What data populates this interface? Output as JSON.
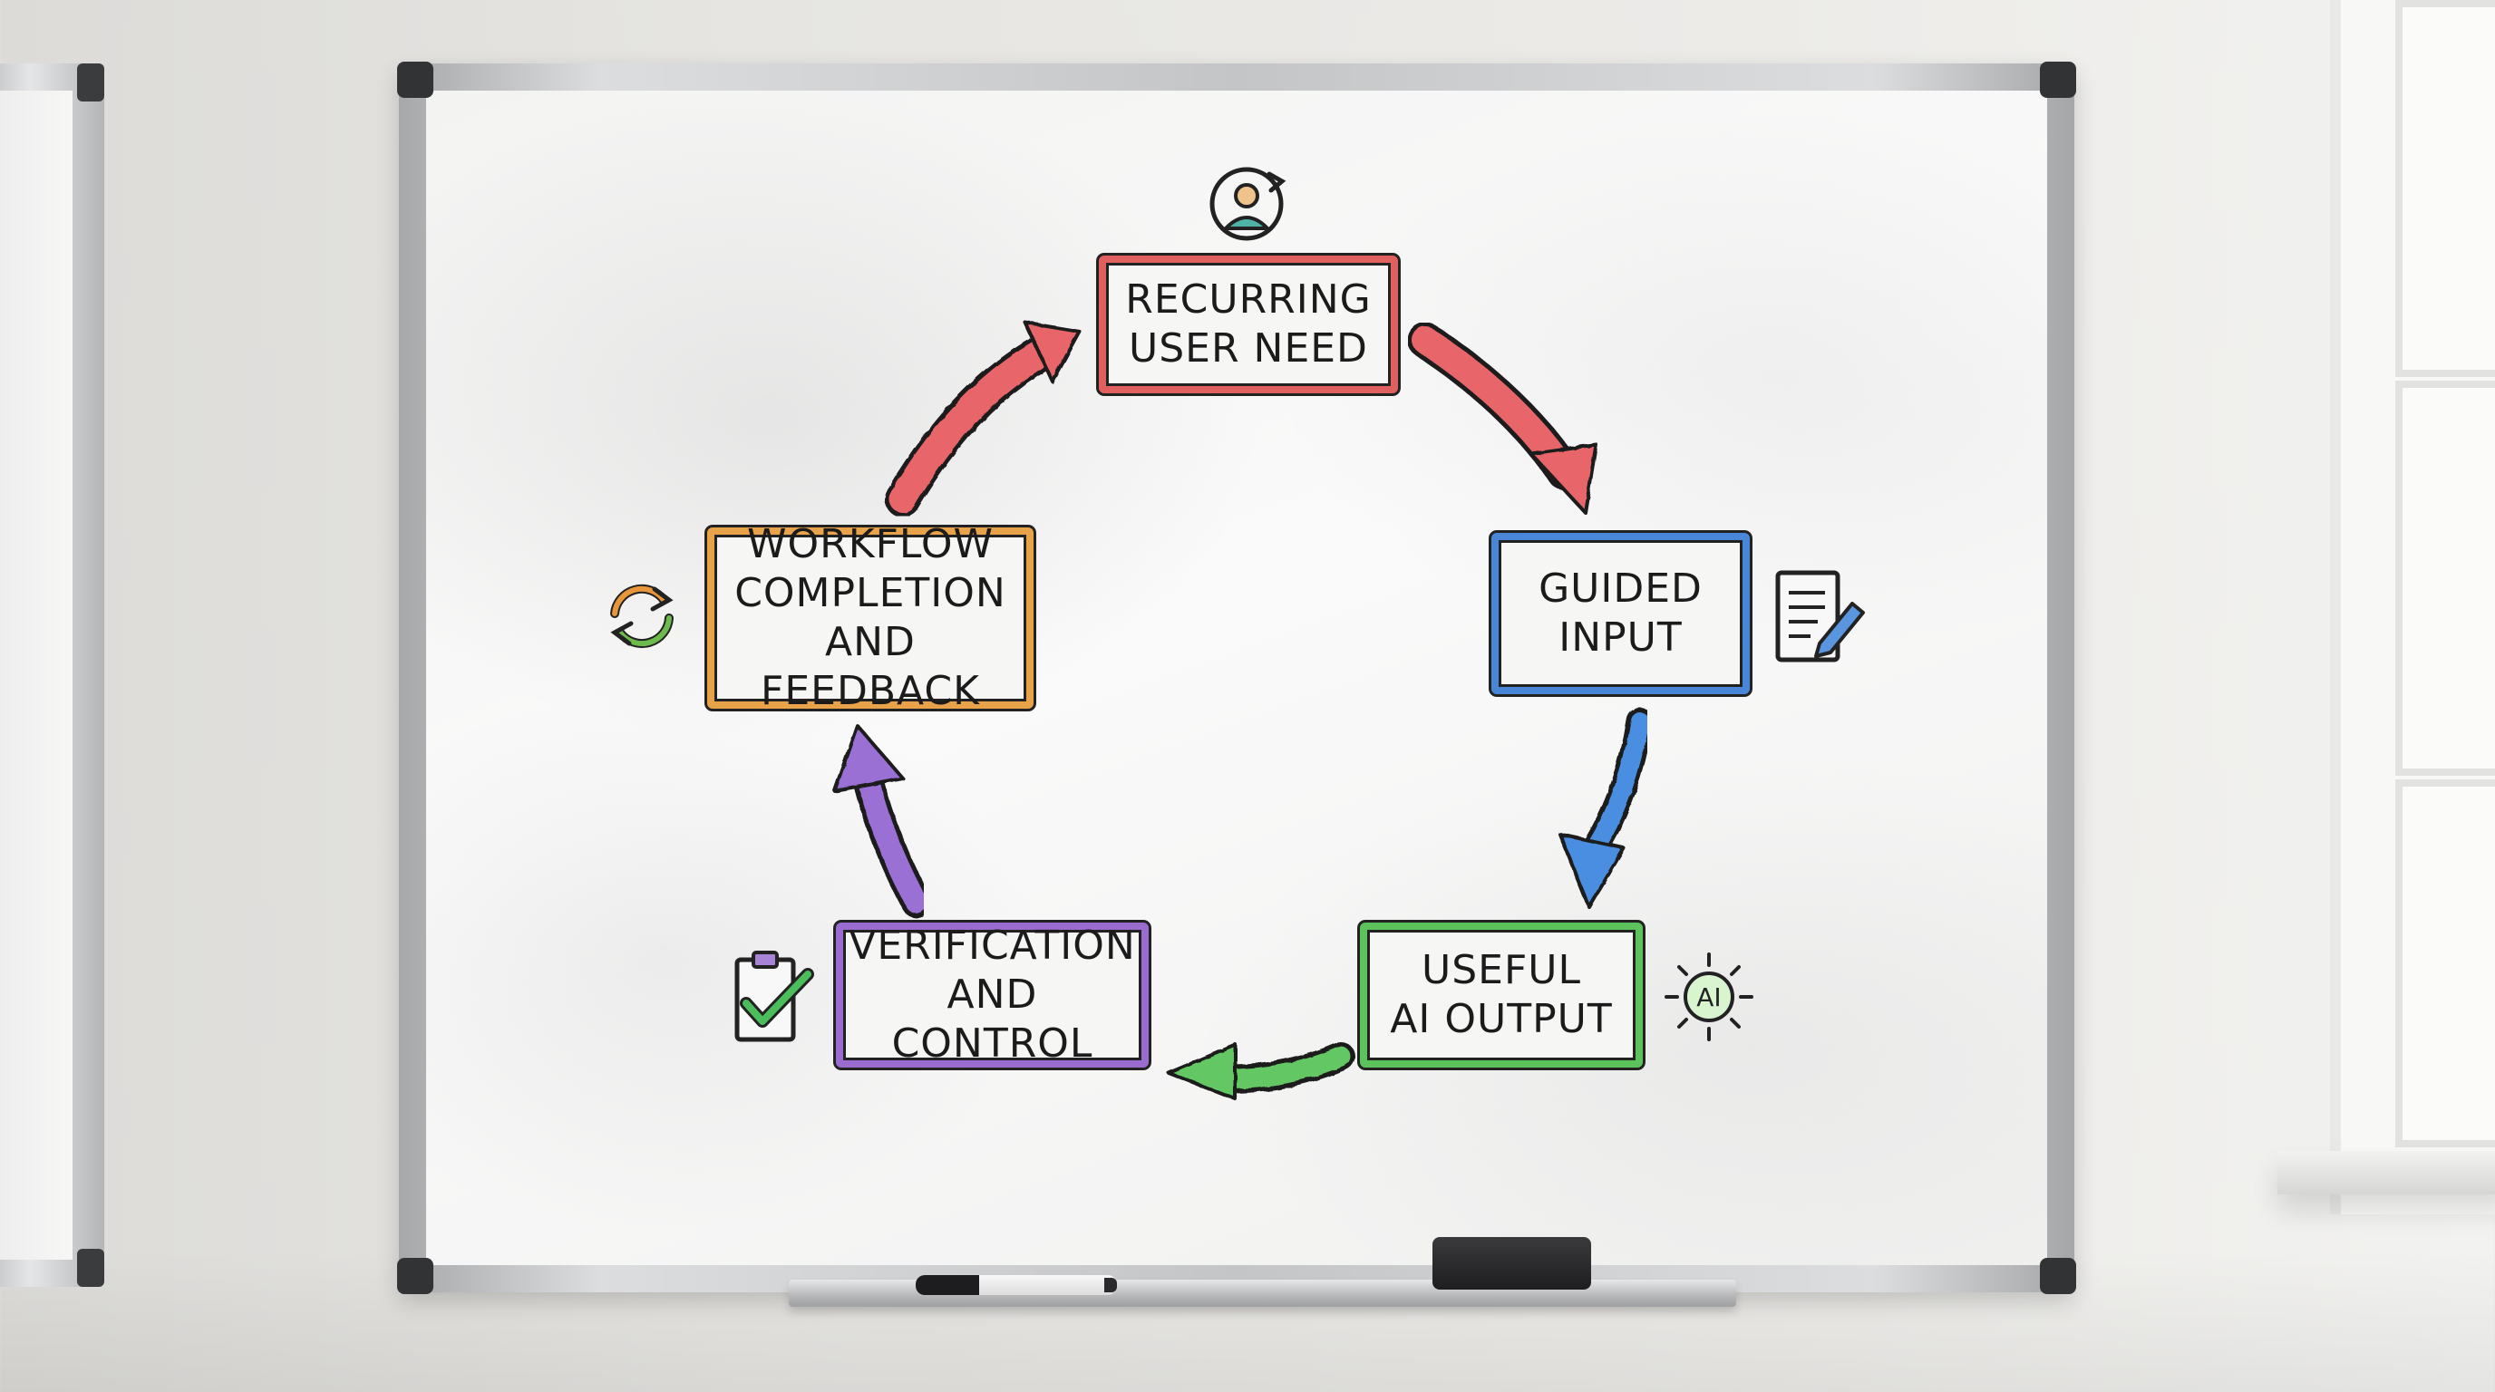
{
  "diagram": {
    "nodes": [
      {
        "id": "recurring-user-need",
        "lines": [
          "RECURRING",
          "USER NEED"
        ],
        "color": "#e06060"
      },
      {
        "id": "guided-input",
        "lines": [
          "GUIDED",
          "INPUT"
        ],
        "color": "#4a86d8"
      },
      {
        "id": "useful-ai-output",
        "lines": [
          "USEFUL",
          "AI OUTPUT"
        ],
        "color": "#5cc25c"
      },
      {
        "id": "verification-and-control",
        "lines": [
          "VERIFICATION",
          "AND CONTROL"
        ],
        "color": "#9a6ccf"
      },
      {
        "id": "workflow-completion",
        "lines": [
          "WORKFLOW",
          "COMPLETION",
          "AND FEEDBACK"
        ],
        "color": "#e8a24a"
      }
    ],
    "icons": {
      "ai_badge": "AI"
    }
  }
}
